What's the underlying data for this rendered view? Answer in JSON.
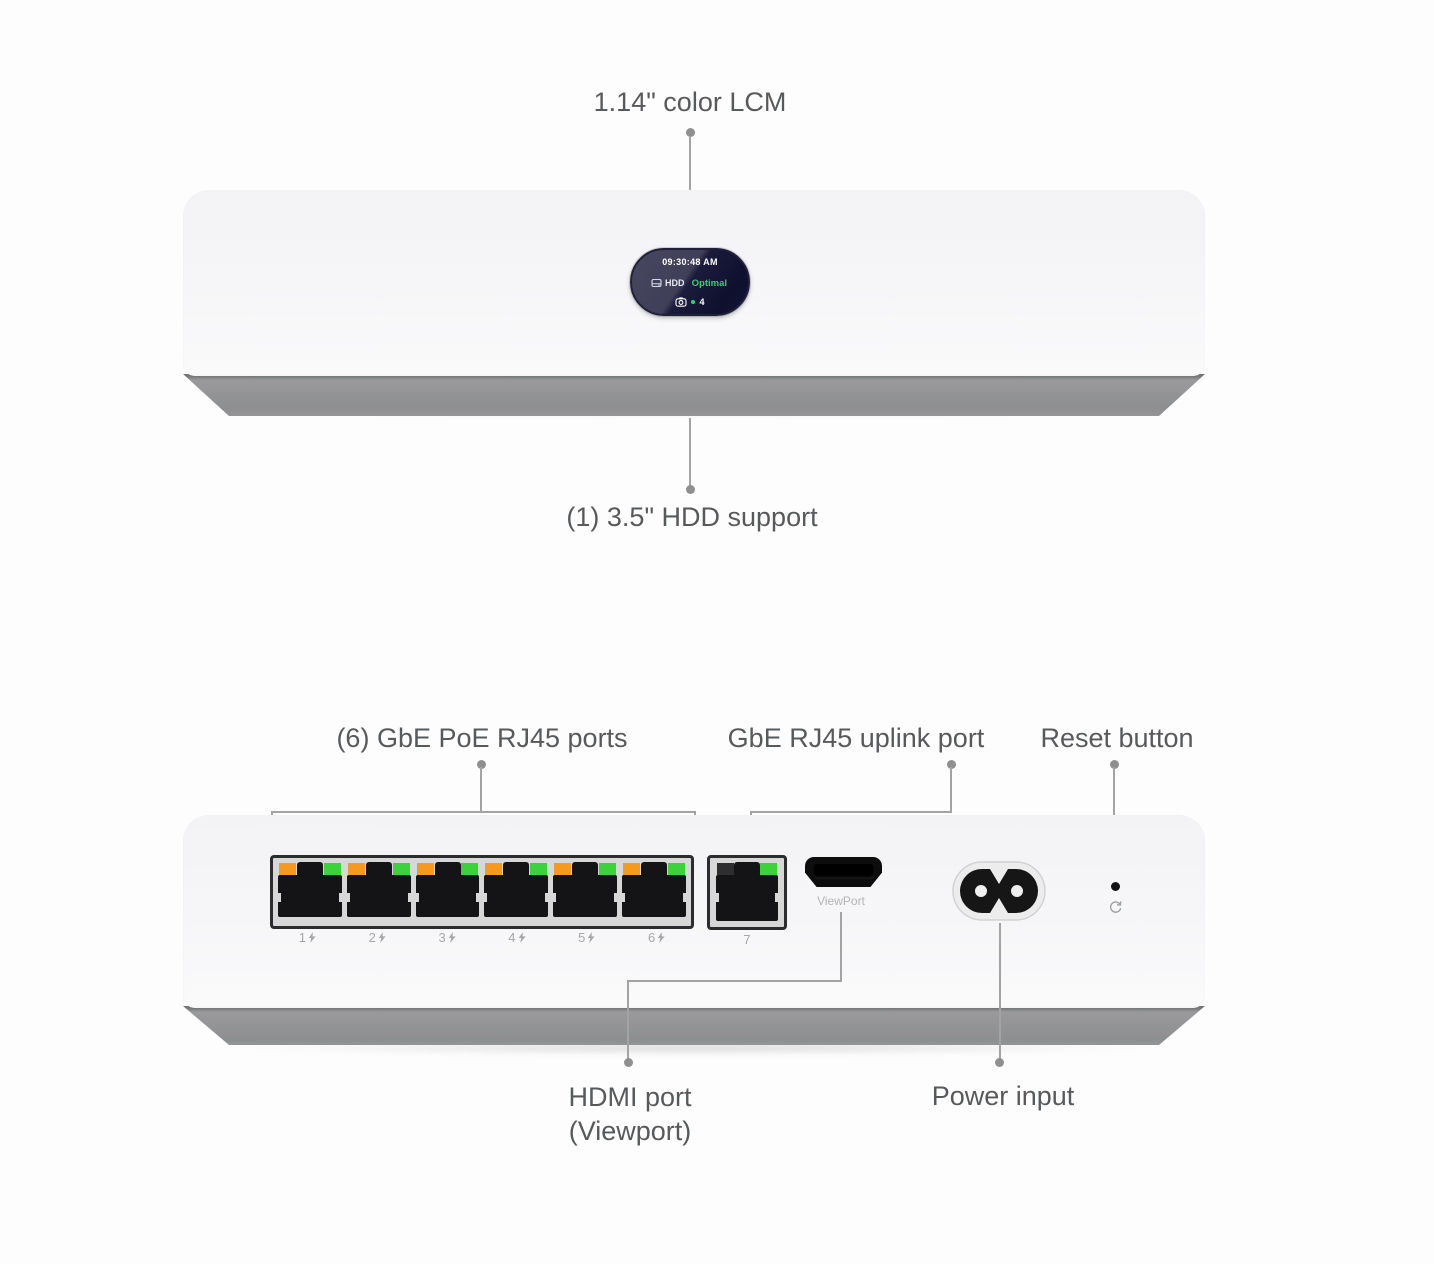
{
  "front_view": {
    "lcm_label": "1.14\" color LCM",
    "hdd_label": "(1) 3.5\" HDD support",
    "lcm_screen": {
      "time": "09:30:48 AM",
      "drive_name": "HDD",
      "drive_status": "Optimal",
      "camera_count": "4"
    }
  },
  "rear_view": {
    "poe_ports_label": "(6) GbE PoE RJ45 ports",
    "uplink_port_label": "GbE RJ45 uplink port",
    "reset_label": "Reset button",
    "hdmi_label_line1": "HDMI port",
    "hdmi_label_line2": "(Viewport)",
    "power_label": "Power input",
    "hdmi_port_name": "ViewPort",
    "uplink_port_number": "7",
    "poe_port_numbers": [
      "1",
      "2",
      "3",
      "4",
      "5",
      "6"
    ]
  },
  "colors": {
    "led_orange": "#f5991f",
    "led_green": "#3bd23b",
    "status_green": "#2fd36e",
    "screen_light": "#474760",
    "screen_dark": "#0f0f2e",
    "label_gray": "#58595b"
  }
}
